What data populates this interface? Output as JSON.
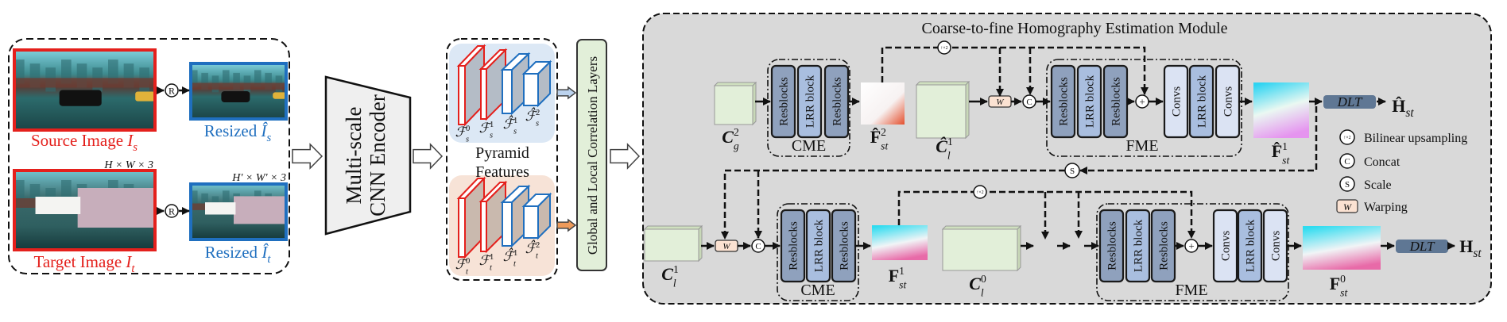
{
  "input_panel": {
    "source_label": {
      "text": "Source Image ",
      "sym": "I",
      "sub": "s"
    },
    "target_label": {
      "text": "Target Image ",
      "sym": "I",
      "sub": "t"
    },
    "resized_source_label": {
      "text": "Resized ",
      "sym": "Î",
      "sub": "s"
    },
    "resized_target_label": {
      "text": "Resized ",
      "sym": "Î",
      "sub": "t"
    },
    "resize_symbol": "R",
    "full_size": "H × W × 3",
    "resized_size": "H′ × W′ × 3"
  },
  "encoder": {
    "line1": "Multi-scale",
    "line2": "CNN Encoder"
  },
  "pyramid": {
    "line1": "Pyramid",
    "line2": "Features",
    "source": [
      {
        "sym": "ℱ",
        "sup": "0",
        "sub": "s"
      },
      {
        "sym": "ℱ",
        "sup": "1",
        "sub": "s"
      },
      {
        "sym": "ℱ̂",
        "sup": "1",
        "sub": "s"
      },
      {
        "sym": "ℱ̂",
        "sup": "2",
        "sub": "s"
      }
    ],
    "target": [
      {
        "sym": "ℱ",
        "sup": "0",
        "sub": "t"
      },
      {
        "sym": "ℱ",
        "sup": "1",
        "sub": "t"
      },
      {
        "sym": "ℱ̂",
        "sup": "1",
        "sub": "t"
      },
      {
        "sym": "ℱ̂",
        "sup": "2",
        "sub": "t"
      }
    ]
  },
  "correlation_label": "Global and Local Correlation Layers",
  "module": {
    "title": "Coarse-to-fine Homography Estimation Module",
    "coarse_row": {
      "global_corr": {
        "sym": "C",
        "sup": "2",
        "sub": "g"
      },
      "cme_blocks": [
        "Resblocks",
        "LRR block",
        "Resblocks"
      ],
      "cme_label": "CME",
      "flow": {
        "sym": "F̂",
        "sup": "2",
        "sub": "st"
      },
      "local_corr": {
        "sym": "Ĉ",
        "sup": "1",
        "sub": "l"
      },
      "fme_blocks": [
        "Resblocks",
        "LRR block",
        "Resblocks",
        "Convs",
        "LRR block",
        "Convs"
      ],
      "fme_label": "FME",
      "refined_flow": {
        "sym": "F̂",
        "sup": "1",
        "sub": "st"
      },
      "homography": {
        "sym": "Ĥ",
        "sub": "st"
      }
    },
    "fine_row": {
      "local_corr_in": {
        "sym": "C",
        "sup": "1",
        "sub": "l"
      },
      "cme_blocks": [
        "Resblocks",
        "LRR block",
        "Resblocks"
      ],
      "cme_label": "CME",
      "flow": {
        "sym": "F",
        "sup": "1",
        "sub": "st"
      },
      "local_corr": {
        "sym": "C",
        "sup": "0",
        "sub": "l"
      },
      "fme_blocks": [
        "Resblocks",
        "LRR block",
        "Resblocks",
        "Convs",
        "LRR block",
        "Convs"
      ],
      "fme_label": "FME",
      "refined_flow": {
        "sym": "F",
        "sup": "0",
        "sub": "st"
      },
      "homography": {
        "sym": "H",
        "sub": "st"
      }
    },
    "dlt_label": "DLT",
    "warp_symbol": "W",
    "concat_symbol": "C",
    "add_symbol": "+",
    "scale_symbol": "S",
    "upsample_symbol": "↑×2"
  },
  "legend": [
    {
      "icon": "upsample-icon",
      "symbol": "↑×2",
      "label": "Bilinear upsampling"
    },
    {
      "icon": "concat-icon",
      "symbol": "C",
      "label": "Concat"
    },
    {
      "icon": "scale-icon",
      "symbol": "S",
      "label": "Scale"
    },
    {
      "icon": "warp-icon",
      "symbol": "W",
      "label": "Warping"
    }
  ],
  "colors": {
    "source_border": "#e4201c",
    "resized_border": "#1f6fbf",
    "module_bg": "#d9d9d9",
    "resblock": "#8fa1bd",
    "lrr_block": "#a9bedf",
    "convs": "#dbe3f3",
    "correlation_volume": "#e2efd9",
    "warp_box": "#fbe2d2",
    "dlt_box": "#5f7794",
    "source_panel": "#dce8f5",
    "target_panel": "#f7e3d7"
  }
}
